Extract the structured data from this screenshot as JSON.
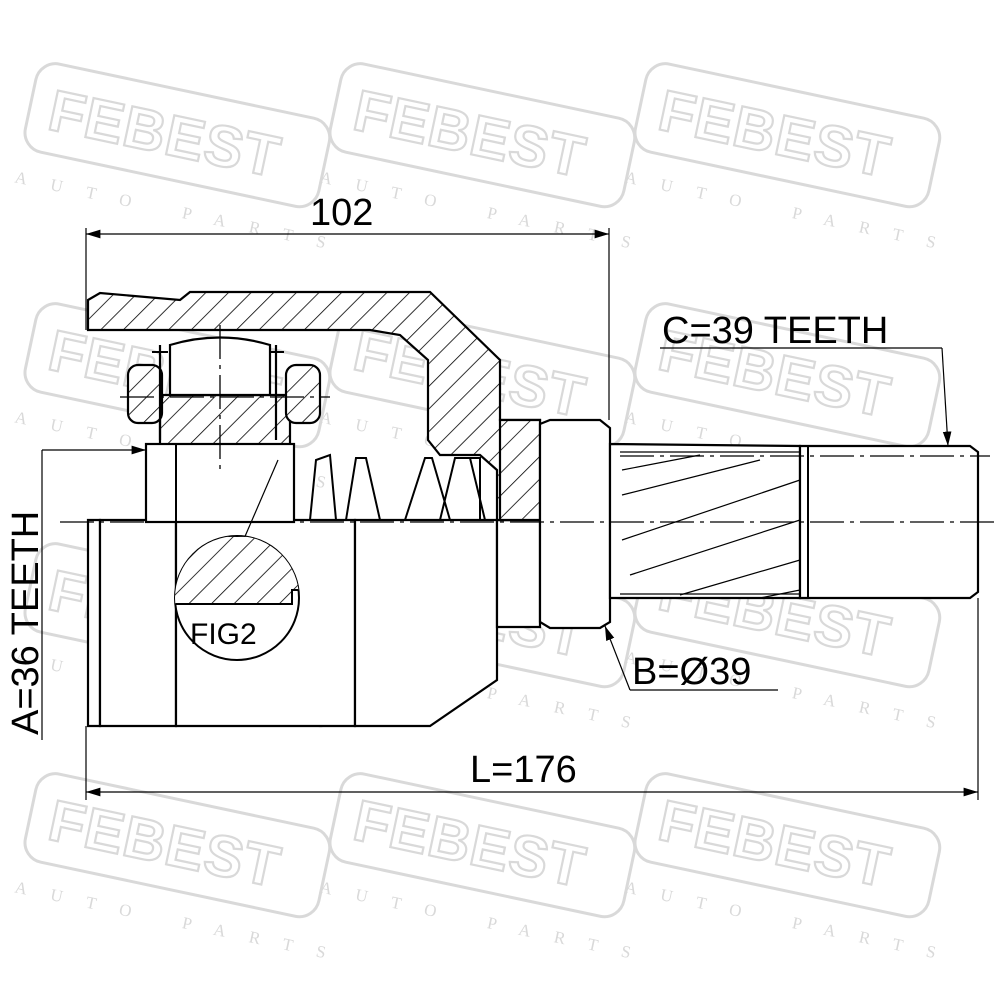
{
  "watermark": {
    "brand": "FEBEST",
    "sub": "AUTO PARTS"
  },
  "dimensions": {
    "width_102": "102",
    "spline_c": "C=39 TEETH",
    "spline_a": "A=36 TEETH",
    "diameter_b": "B=Ø39",
    "length_l": "L=176"
  },
  "callout": {
    "fig": "FIG2"
  }
}
